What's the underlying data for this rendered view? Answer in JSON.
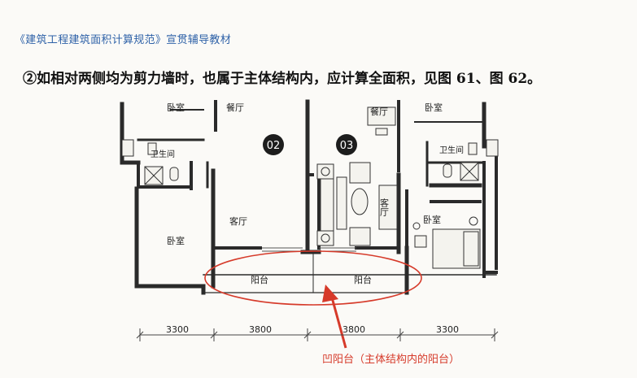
{
  "header": {
    "title": "《建筑工程建筑面积计算规范》宣贯辅导教材"
  },
  "paragraph": {
    "text": "②如相对两侧均为剪力墙时，也属于主体结构内，应计算全面积，见图 61、图 62。"
  },
  "plan": {
    "rooms": {
      "bedroom_top_left": "卧室",
      "dining_left": "餐厅",
      "bath_left": "卫生间",
      "bedroom_left": "卧室",
      "living_left": "客厅",
      "balcony_left": "阳台",
      "unit_02": "02",
      "unit_03": "03",
      "dining_right": "餐厅",
      "bedroom_top_right": "卧室",
      "bath_right": "卫生间",
      "living_right": "客厅",
      "bedroom_right": "卧室",
      "balcony_right": "阳台"
    },
    "dimensions": [
      "3300",
      "3800",
      "3800",
      "3300"
    ],
    "annotation": "凹阳台（主体结构内的阳台）",
    "annotation_color": "#d63a2a",
    "wall_color": "#2a2a2a"
  }
}
